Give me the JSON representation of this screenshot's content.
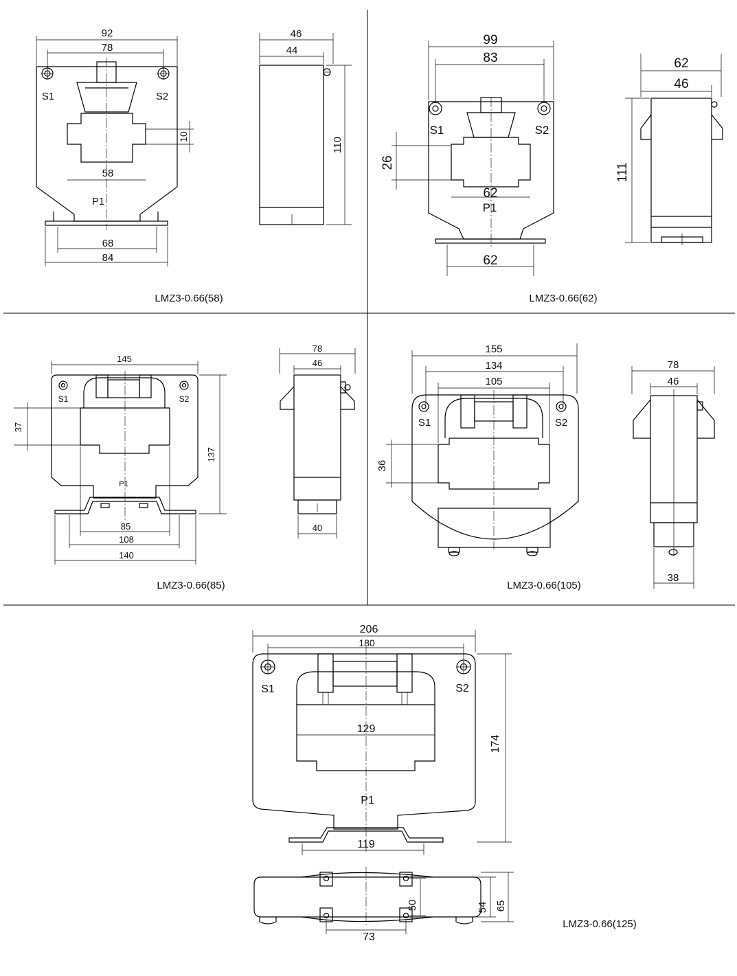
{
  "panels": {
    "lmz58": {
      "caption": "LMZ3-0.66(58)",
      "front": {
        "width_outer": "92",
        "width_holes": "78",
        "window_width": "58",
        "window_step": "10",
        "base_inner": "68",
        "base_outer": "84",
        "terminal_s1": "S1",
        "terminal_s2": "S2",
        "primary": "P1"
      },
      "side": {
        "width_outer": "46",
        "width_inner": "44",
        "height": "110"
      }
    },
    "lmz62": {
      "caption": "LMZ3-0.66(62)",
      "front": {
        "width_outer": "99",
        "width_holes": "83",
        "window_height": "26",
        "window_width": "62",
        "base_width": "62",
        "terminal_s1": "S1",
        "terminal_s2": "S2",
        "primary": "P1"
      },
      "side": {
        "width_outer": "62",
        "width_inner": "46",
        "height": "111"
      }
    },
    "lmz85": {
      "caption": "LMZ3-0.66(85)",
      "front": {
        "width_outer": "145",
        "window_height": "37",
        "height": "137",
        "window_width": "85",
        "base_inner": "108",
        "base_outer": "140",
        "terminal_s1": "S1",
        "terminal_s2": "S2",
        "primary": "P1"
      },
      "side": {
        "width_outer": "78",
        "width_inner": "46",
        "base_width": "40"
      }
    },
    "lmz105": {
      "caption": "LMZ3-0.66(105)",
      "front": {
        "width_outer": "155",
        "width_holes": "134",
        "window_width": "105",
        "window_height": "36",
        "terminal_s1": "S1",
        "terminal_s2": "S2"
      },
      "side": {
        "width_outer": "78",
        "width_inner": "46",
        "base_width": "38"
      }
    },
    "lmz125": {
      "caption": "LMZ3-0.66(125)",
      "front": {
        "width_outer": "206",
        "width_holes": "180",
        "window_width": "129",
        "height": "174",
        "base_width": "119",
        "terminal_s1": "S1",
        "terminal_s2": "S2",
        "primary": "P1"
      },
      "bottom": {
        "depth_inner": "50",
        "depth_mid": "54",
        "depth_outer": "65",
        "hole_spacing": "73"
      }
    }
  }
}
